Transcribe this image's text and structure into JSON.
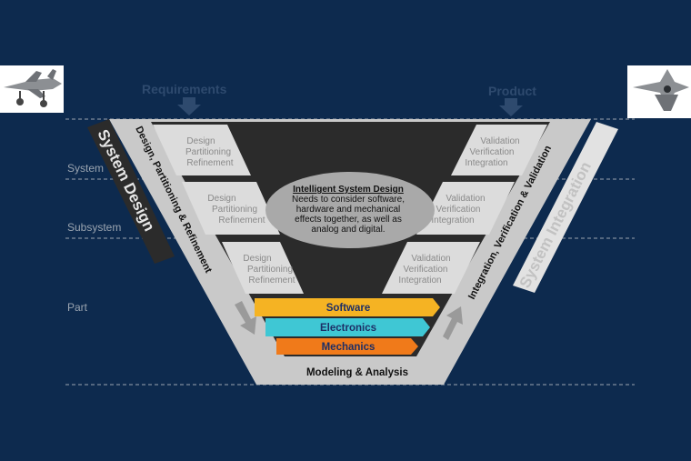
{
  "top_labels": {
    "requirements": "Requirements",
    "product": "Product"
  },
  "level_labels": {
    "system": "System",
    "subsystem": "Subsystem",
    "part": "Part"
  },
  "left_band": {
    "system_design": "System Design",
    "design_partitioning": "Design, Partitioning & Refinement"
  },
  "right_band": {
    "system_integration": "System Integration",
    "ivv": "Integration, Verification & Validation"
  },
  "left_cards": [
    {
      "l1": "Design",
      "l2": "Partitioning",
      "l3": "Refinement"
    },
    {
      "l1": "Design",
      "l2": "Partitioning",
      "l3": "Refinement"
    },
    {
      "l1": "Design",
      "l2": "Partitioning",
      "l3": "Refinement"
    }
  ],
  "right_cards": [
    {
      "l1": "Validation",
      "l2": "Verification",
      "l3": "Integration"
    },
    {
      "l1": "Validation",
      "l2": "Verification",
      "l3": "Integration"
    },
    {
      "l1": "Validation",
      "l2": "Verification",
      "l3": "Integration"
    }
  ],
  "center_ellipse": {
    "title": "Intelligent System Design",
    "line1": "Needs to consider software,",
    "line2": "hardware and mechanical",
    "line3": "effects together, as well as",
    "line4": "analog and digital."
  },
  "domains": {
    "software": "Software",
    "electronics": "Electronics",
    "mechanics": "Mechanics"
  },
  "bottom_label": "Modeling & Analysis",
  "colors": {
    "background": "#0d2a4e",
    "software": "#f5b323",
    "electronics": "#3fc7d4",
    "mechanics": "#f07a1a",
    "v_band": "#c9c9c9",
    "v_inner": "#2b2b2b"
  },
  "icons": {
    "left_aircraft": "fighter-jet-side-icon",
    "right_aircraft": "fighter-jet-front-icon"
  }
}
